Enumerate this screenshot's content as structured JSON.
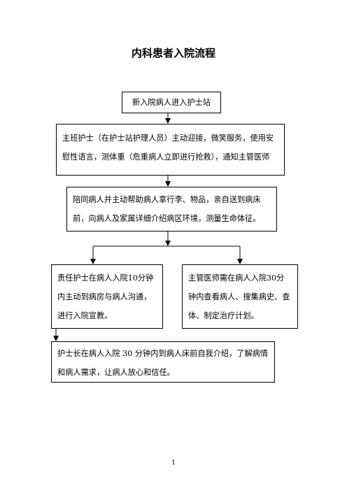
{
  "title": "内科患者入院流程",
  "steps": [
    "新入院病人进入护士站",
    "主班护士（在护士站护理人员）主动迎接，微笑服务，使用安慰性语言，测体重（危重病人立即进行抢救），通知主管医师",
    "陪同病人并主动帮助病人拿行李、物品，亲自送到病床前，向病人及家属详细介绍病区环境，测量生命体征。",
    "责任护士在病人入院10分钟内主动到病房与病人沟通，进行入院宣教。",
    "主管医师需在病人入院30分钟内查看病人、搜集病史、查体、制定治疗计划。",
    "护士长在病人入院 30 分钟内到病人床前自我介绍，了解病情和病人需求，让病人放心和信任。"
  ],
  "page_number": "1"
}
